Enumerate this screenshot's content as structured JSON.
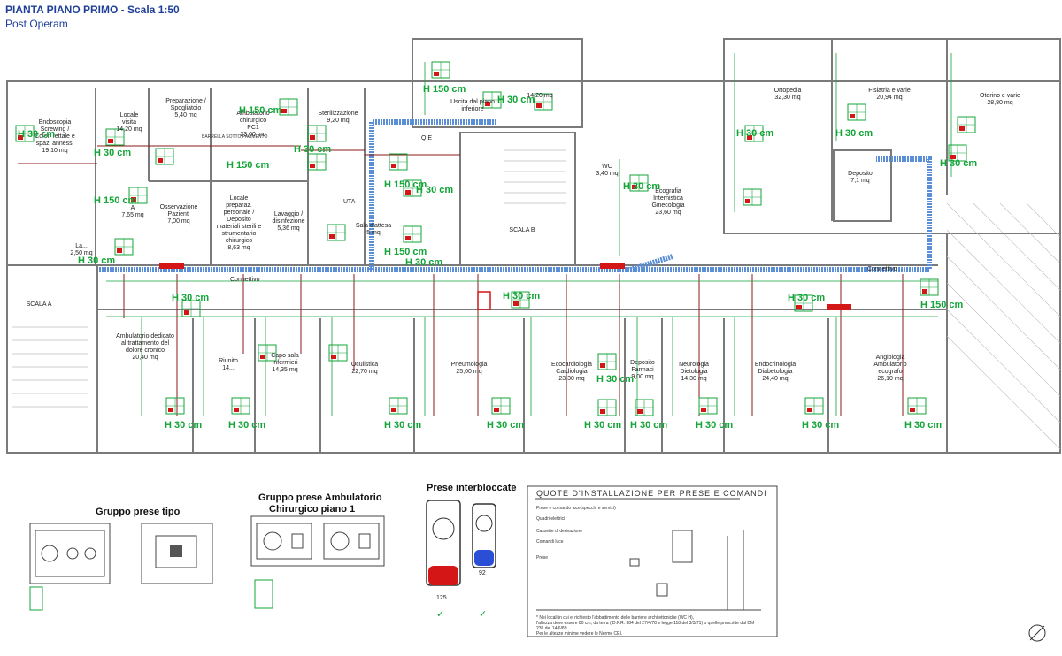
{
  "header": {
    "title": "PIANTA PIANO PRIMO",
    "scale": " - Scala 1:50",
    "subtitle": "Post Operam"
  },
  "rooms": [
    {
      "id": "endoscopia",
      "lines": [
        "Endoscopia",
        "Screwing /",
        "Colon rettale e",
        "spazi annessi",
        "19,10 mq"
      ]
    },
    {
      "id": "locale-visita",
      "lines": [
        "Locale",
        "visita",
        "14,20 mq"
      ]
    },
    {
      "id": "preparazione",
      "lines": [
        "Preparazione /",
        "Spogliatoio",
        "5,40 mq"
      ]
    },
    {
      "id": "amb-chirurgico",
      "lines": [
        "Ambulatorio",
        "chirurgico",
        "PC1",
        "23,00 mq"
      ]
    },
    {
      "id": "sterilizzazione",
      "lines": [
        "Sterilizzazione",
        "9,20 mq"
      ]
    },
    {
      "id": "uscita",
      "lines": [
        "Uscita dal piano",
        "inferiore"
      ]
    },
    {
      "id": "wc-top",
      "lines": [
        "14,20 mq"
      ]
    },
    {
      "id": "ortopedia",
      "lines": [
        "Ortopedia",
        "32,30 mq"
      ]
    },
    {
      "id": "fisiatria",
      "lines": [
        "Fisiatria e varie",
        "20,94 mq"
      ]
    },
    {
      "id": "otorino",
      "lines": [
        "Otorino e varie",
        "28,80 mq"
      ]
    },
    {
      "id": "osservazione",
      "lines": [
        "Osservazione",
        "Pazienti",
        "7,00 mq"
      ]
    },
    {
      "id": "locale-preparaz",
      "lines": [
        "Locale",
        "preparaz.",
        "personale /",
        "Deposito",
        "materiali sterili e",
        "strumentario",
        "chirurgico",
        "8,63 mq"
      ]
    },
    {
      "id": "lavaggio",
      "lines": [
        "Lavaggio /",
        "disinfezione",
        "5,36 mq"
      ]
    },
    {
      "id": "sala-attesa",
      "lines": [
        "Sala d'attesa",
        "5 mq"
      ]
    },
    {
      "id": "wc-small",
      "lines": [
        "WC",
        "3,40 mq"
      ]
    },
    {
      "id": "ecografia",
      "lines": [
        "Ecografia",
        "Internistica",
        "Ginecologia",
        "23,60 mq"
      ]
    },
    {
      "id": "deposito-top",
      "lines": [
        "Deposito",
        "7,1 mq"
      ]
    },
    {
      "id": "a-room",
      "lines": [
        "A",
        "7,65 mq"
      ]
    },
    {
      "id": "lavaggio-small",
      "lines": [
        "La...",
        "2,50 mq"
      ]
    },
    {
      "id": "scala-a",
      "lines": [
        "SCALA A"
      ]
    },
    {
      "id": "scala-b",
      "lines": [
        "SCALA B"
      ]
    },
    {
      "id": "amb-dolore",
      "lines": [
        "Ambulatorio dedicato",
        "al trattamento del",
        "dolore cronico",
        "20,40 mq"
      ]
    },
    {
      "id": "riunito",
      "lines": [
        "Riunito",
        "14..."
      ]
    },
    {
      "id": "capo-sala",
      "lines": [
        "Capo sala",
        "Infermieri",
        "14,35 mq"
      ]
    },
    {
      "id": "oculistica",
      "lines": [
        "Oculistica",
        "22,70 mq"
      ]
    },
    {
      "id": "pneumologia",
      "lines": [
        "Pneumologia",
        "25,00 mq"
      ]
    },
    {
      "id": "ecocardiologia",
      "lines": [
        "Ecocardiologia",
        "Cardiologia",
        "23,30 mq"
      ]
    },
    {
      "id": "deposito-farmaci",
      "lines": [
        "Deposito",
        "Farmaci",
        "9,00 mq"
      ]
    },
    {
      "id": "neurologia",
      "lines": [
        "Neurologia",
        "Dietologia",
        "14,30 mq"
      ]
    },
    {
      "id": "endocrinologia",
      "lines": [
        "Endocrinologia",
        "Diabetologia",
        "24,40 mq"
      ]
    },
    {
      "id": "angiologia",
      "lines": [
        "Angiologia",
        "Ambulatorio",
        "ecografo",
        "26,10 mq"
      ]
    }
  ],
  "corridor_labels": [
    "Connettivo",
    "Connettivo"
  ],
  "heights": [
    "H 150 cm",
    "H 30 cm"
  ],
  "misc_labels": {
    "uta": "UTA",
    "q": "Q E",
    "barrier": "BARRELLA SOTTO PAVIMENTO"
  },
  "legend": {
    "tipo": "Gruppo prese tipo",
    "chir1": "Gruppo prese Ambulatorio",
    "chir2": "Chirurgico piano 1",
    "interblocco": "Prese interbloccate",
    "dim1": "125",
    "dim2": "92",
    "quote_title": "QUOTE D'INSTALLAZIONE PER PRESE E COMANDI",
    "quote_lines": [
      "Prese e comando luce(specchi e servizi)",
      "Quadri elettrici",
      "Cassette di derivazione",
      "Comandi luce",
      "Prese"
    ],
    "quote_notes": [
      "* Nei locali in cui e' richiesto l'abbattimento delle barriere architettoniche (WC H),",
      "l'altezza deve essere 80 cm, da terra ( D.P.R. 384 del 27/4/78 e legge 118 del 3/3/71) o quelle prescritte dal DM",
      "236 del 14/6/89.",
      "Per le altezze minime vedere le Norme CEI."
    ]
  },
  "colors": {
    "wall": "#7a7a7a",
    "green": "#13a538",
    "blue": "#5a8fd8",
    "red": "#d41616",
    "dark": "#8b1a1a",
    "title": "#1f3f9a"
  }
}
